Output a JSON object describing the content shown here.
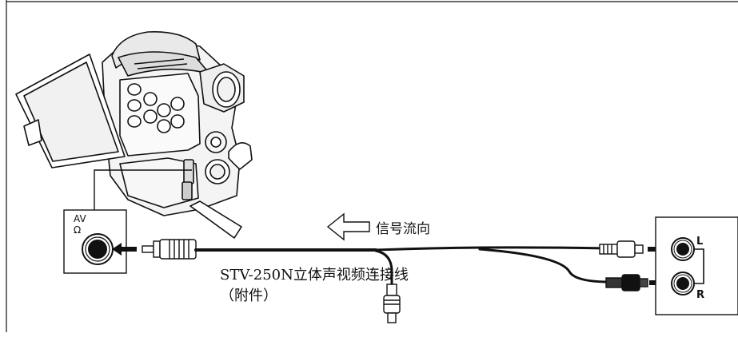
{
  "diagram": {
    "signal_flow_label": "信号流向",
    "cable_name": "STV-250N立体声视频连接线",
    "cable_note": "（附件）",
    "camera_jack_label": "AV",
    "camera_jack_symbol": "Ω",
    "audio_left_label": "L",
    "audio_right_label": "R"
  },
  "colors": {
    "line": "#111111",
    "background": "#ffffff"
  }
}
